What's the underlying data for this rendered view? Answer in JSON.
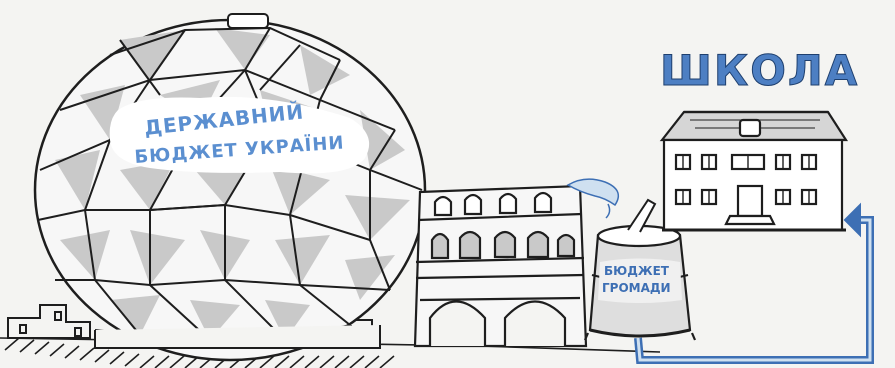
{
  "labels": {
    "state_budget_line1": "ДЕРЖАВНИЙ",
    "state_budget_line2": "БЮДЖЕТ УКРАЇНИ",
    "school": "ШКОЛА",
    "community_budget_line1": "БЮДЖЕТ",
    "community_budget_line2": "ГРОМАДИ"
  },
  "colors": {
    "background": "#f4f4f2",
    "ink": "#1e1e1e",
    "accent_blue": "#3d6fb4",
    "text_blue": "#4d7fc3",
    "pale_blue": "#cfe0f0",
    "gray_fill": "#c9c9c9",
    "light_gray": "#dedede",
    "white": "#ffffff"
  }
}
